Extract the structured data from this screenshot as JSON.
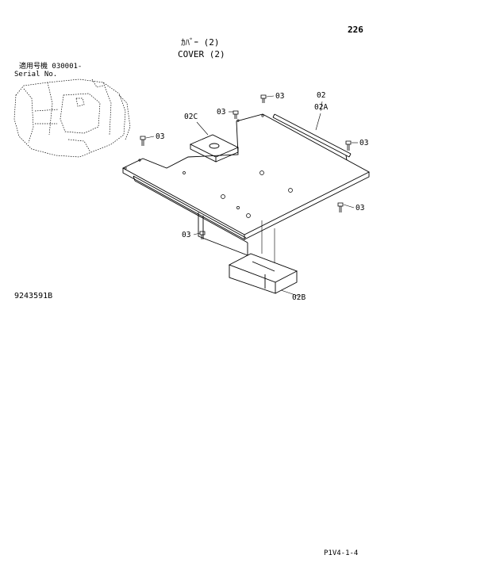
{
  "header": {
    "page_number": "226",
    "title_jp": "ｶﾊﾞｰ (2)",
    "title_en": "COVER (2)"
  },
  "serial": {
    "label_jp": "適用号機  030001-",
    "label_en": "Serial No."
  },
  "drawing_number": "9243591B",
  "footer_code": "P1V4-1-4",
  "callouts": {
    "c03_top": "03",
    "c03_left": "03",
    "c03_leftmid": "03",
    "c03_right": "03",
    "c03_rightlow": "03",
    "c03_bottom": "03",
    "c02": "02",
    "c02a": "02A",
    "c02c": "02C",
    "c02b": "02B"
  },
  "colors": {
    "line": "#000000",
    "background": "#ffffff"
  }
}
